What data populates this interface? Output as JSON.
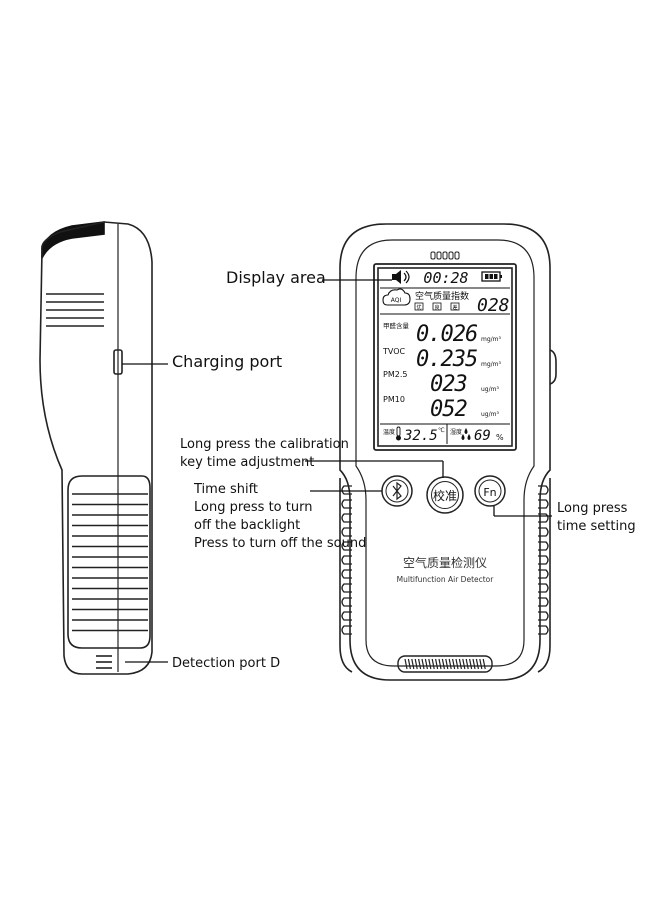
{
  "callouts": {
    "display_area": "Display area",
    "charging_port": "Charging port",
    "calibration": [
      "Long press the calibration",
      "key time adjustment"
    ],
    "time_shift": [
      "Time shift",
      "Long press to turn",
      "off the backlight",
      "Press to turn off the sound"
    ],
    "fn_setting": [
      "Long press",
      "time setting"
    ],
    "detection_port": "Detection port D"
  },
  "screen": {
    "clock": "00:28",
    "aqi_badge": "AQI",
    "aqi_title": "空气质量指数",
    "aqi_tags": [
      "优",
      "良",
      "差"
    ],
    "aqi_value": "028",
    "rows": [
      {
        "label": "甲醛含量",
        "value": "0.026",
        "unit": "mg/m³"
      },
      {
        "label": "TVOC",
        "value": "0.235",
        "unit": "mg/m³"
      },
      {
        "label": "PM2.5",
        "value": "023",
        "unit": "ug/m³"
      },
      {
        "label": "PM10",
        "value": "052",
        "unit": "ug/m³"
      }
    ],
    "temp_label": "温度",
    "temp_value": "32.5",
    "temp_unit": "℃",
    "humidity_label": "湿度",
    "humidity_value": "69",
    "humidity_unit": "%"
  },
  "buttons": {
    "left": "",
    "center": "校准",
    "right": "Fn"
  },
  "device": {
    "name_cn": "空气质量检测仪",
    "name_en": "Multifunction  Air Detector"
  }
}
